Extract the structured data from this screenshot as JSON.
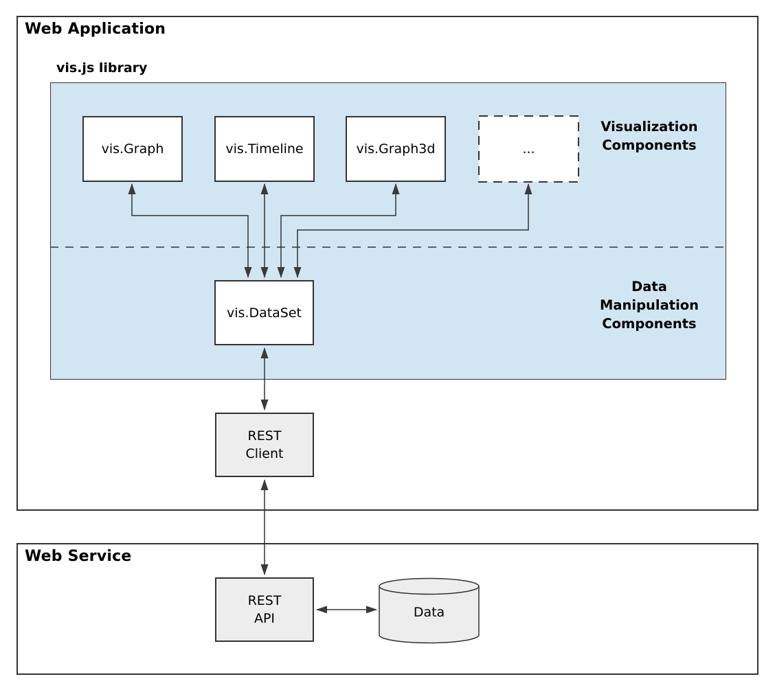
{
  "colors": {
    "library_background": "#d2e5f3",
    "node_fill_white": "#ffffff",
    "node_fill_gray": "#ededed",
    "line_and_border": "#333333",
    "text": "#000000"
  },
  "web_application": {
    "title": "Web Application",
    "library": {
      "title": "vis.js library",
      "components": [
        {
          "label": "vis.Graph"
        },
        {
          "label": "vis.Timeline"
        },
        {
          "label": "vis.Graph3d"
        },
        {
          "label": "..."
        }
      ],
      "visualization_components_label": "Visualization\nComponents",
      "data_manipulation_label": "Data\nManipulation\nComponents",
      "dataset_label": "vis.DataSet"
    },
    "rest_client_label": "REST\nClient"
  },
  "web_service": {
    "title": "Web Service",
    "rest_api_label": "REST\nAPI",
    "data_label": "Data"
  }
}
